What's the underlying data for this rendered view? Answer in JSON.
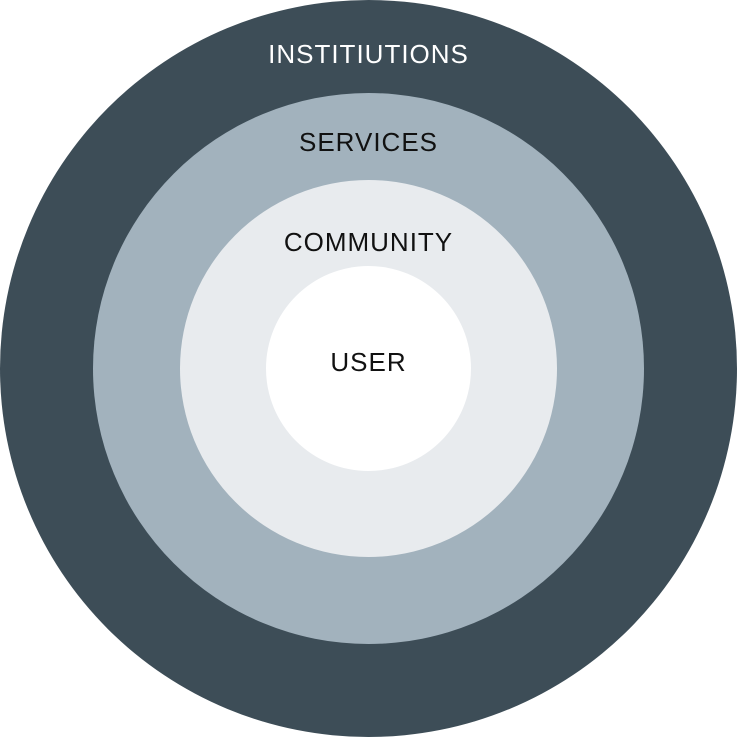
{
  "diagram": {
    "layers": {
      "institutions": {
        "label": "INSTITIUTIONS",
        "fill": "#3d4d57",
        "text_color": "#ffffff"
      },
      "services": {
        "label": "SERVICES",
        "fill": "#a2b2bd",
        "text_color": "#111111"
      },
      "community": {
        "label": "COMMUNITY",
        "fill": "#e8ebee",
        "text_color": "#111111"
      },
      "user": {
        "label": "USER",
        "fill": "#ffffff",
        "text_color": "#111111"
      }
    }
  }
}
